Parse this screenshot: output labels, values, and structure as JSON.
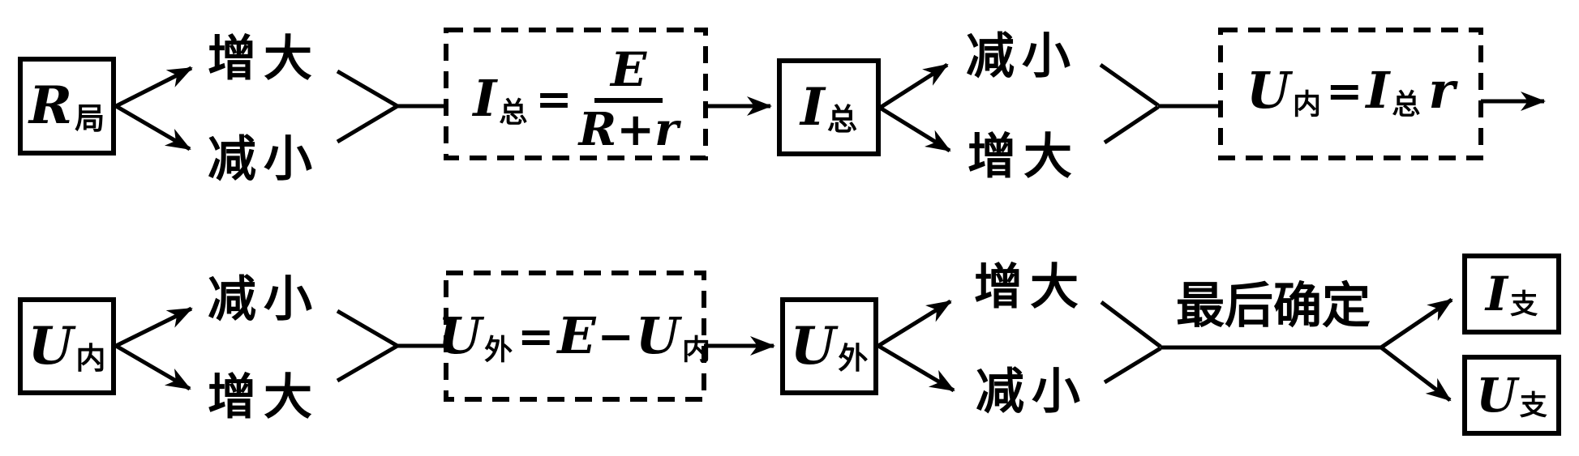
{
  "palette": {
    "ink": "#000000",
    "background": "#ffffff"
  },
  "row1": {
    "start_box": {
      "main": "R",
      "sub": "局"
    },
    "start_branch": {
      "top": "增大",
      "bottom": "减小"
    },
    "formula_total_current": {
      "lhs_main": "I",
      "lhs_sub": "总",
      "equals": "=",
      "numerator": "E",
      "denominator": "R+r"
    },
    "mid_box": {
      "main": "I",
      "sub": "总"
    },
    "mid_branch": {
      "top": "减小",
      "bottom": "增大"
    },
    "formula_internal_voltage": {
      "t1_main": "U",
      "t1_sub": "内",
      "equals": "=",
      "t2_main": "I",
      "t2_sub": "总",
      "t3_main": "r"
    }
  },
  "row2": {
    "start_box": {
      "main": "U",
      "sub": "内"
    },
    "start_branch": {
      "top": "减小",
      "bottom": "增大"
    },
    "formula_external_voltage": {
      "t1_main": "U",
      "t1_sub": "外",
      "equals": "=",
      "t2_main": "E",
      "minus": "−",
      "t3_main": "U",
      "t3_sub": "内"
    },
    "mid_box": {
      "main": "U",
      "sub": "外"
    },
    "mid_branch": {
      "top": "增大",
      "bottom": "减小"
    },
    "final_label": "最后确定",
    "end_box_top": {
      "main": "I",
      "sub": "支"
    },
    "end_box_bottom": {
      "main": "U",
      "sub": "支"
    }
  }
}
